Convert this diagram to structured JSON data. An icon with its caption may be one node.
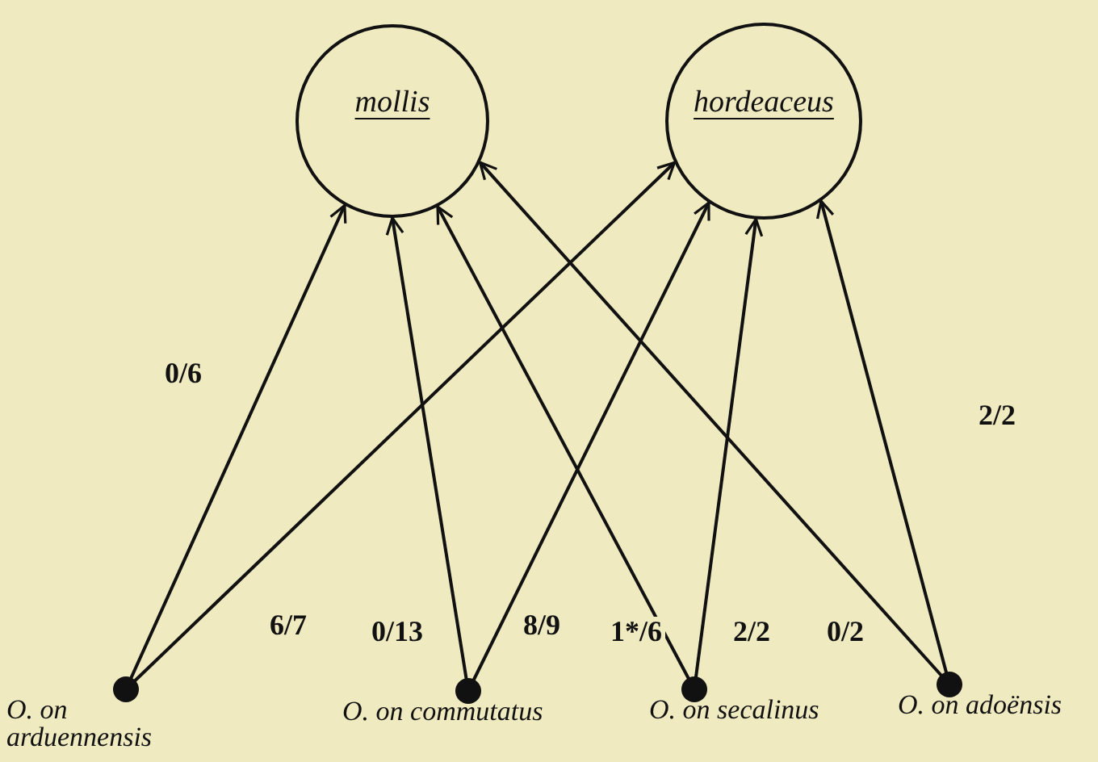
{
  "diagram": {
    "nodes": [
      {
        "text": [
          "mollis"
        ]
      },
      {
        "text": [
          "hordeaceus"
        ]
      },
      {
        "text": [
          "O. on arduennensis"
        ]
      },
      {
        "text": [
          "O. on commutatus"
        ]
      },
      {
        "text": [
          "O. on secalinus"
        ]
      },
      {
        "text": [
          "O. on adoënsis"
        ]
      }
    ],
    "edges": [
      {
        "from": 2,
        "to": 0,
        "arrow": "to",
        "label": "0/6"
      },
      {
        "from": 2,
        "to": 1,
        "arrow": "to",
        "label": "6/7"
      },
      {
        "from": 3,
        "to": 0,
        "arrow": "to",
        "label": "0/13"
      },
      {
        "from": 3,
        "to": 1,
        "arrow": "to",
        "label": "8/9"
      },
      {
        "from": 4,
        "to": 0,
        "arrow": "to",
        "label": "1*/6"
      },
      {
        "from": 4,
        "to": 1,
        "arrow": "to",
        "label": "2/2"
      },
      {
        "from": 5,
        "to": 0,
        "arrow": "to",
        "label": "0/2"
      },
      {
        "from": 5,
        "to": 1,
        "arrow": "to",
        "label": "2/2"
      }
    ]
  }
}
